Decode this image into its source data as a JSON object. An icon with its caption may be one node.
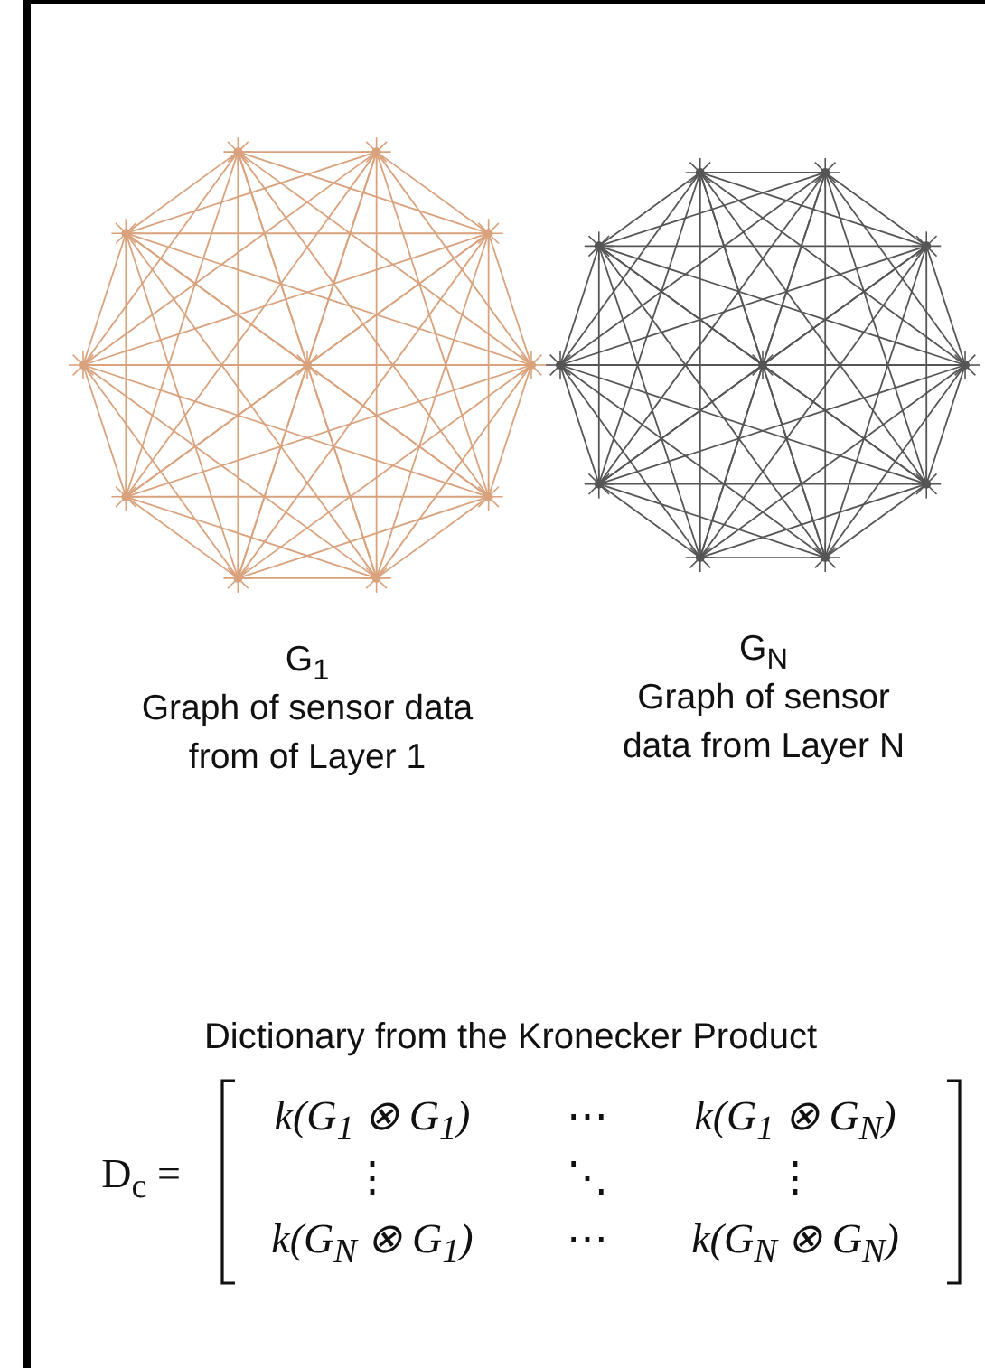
{
  "diagram": {
    "nodes": [
      {
        "text": [
          "G$_{1}$",
          "Graph of sensor data from of Layer 1"
        ]
      },
      {
        "text": [
          "G$_{N}$",
          "Graph of sensor data from Layer N"
        ]
      }
    ],
    "labels": [
      "Dictionary from the Kronecker Product",
      "D$_{c}$ =",
      "k(G$_{1}$ ⊗ G$_{1}$)",
      "⋯",
      "k(G$_{1}$ ⊗ G$_{N}$)",
      "⋮",
      "⋱",
      "⋮",
      "k(G$_{N}$ ⊗ G$_{1}$)",
      "⋯",
      "k(G$_{N}$ ⊗ G$_{N}$)"
    ]
  }
}
